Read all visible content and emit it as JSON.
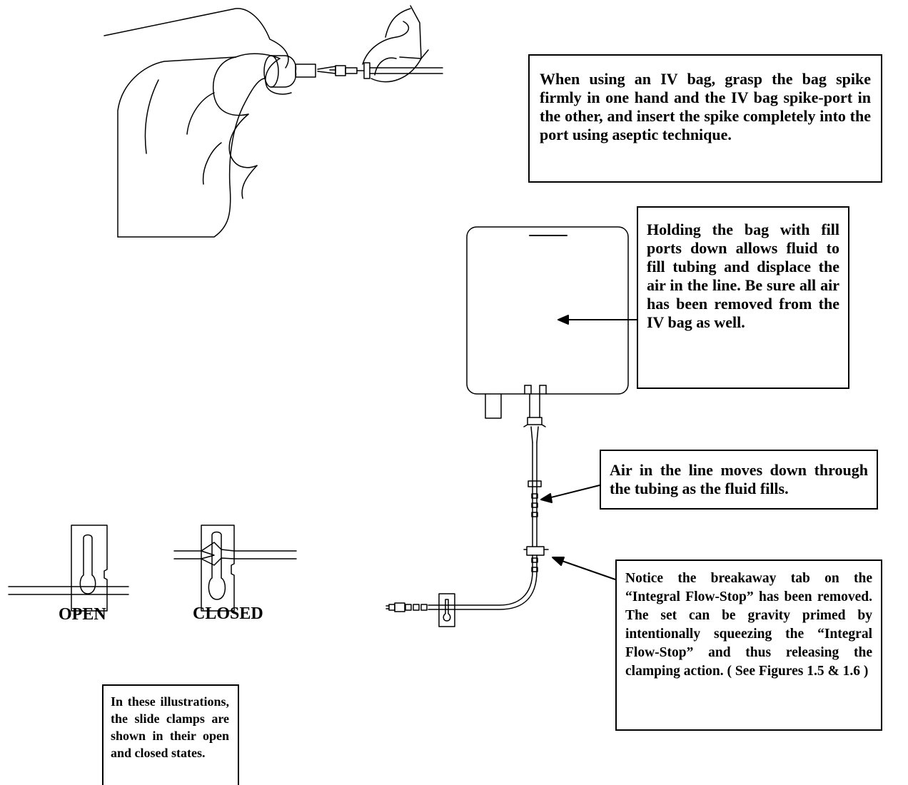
{
  "callouts": {
    "spike": "When using an IV bag, grasp the bag spike firmly in one hand and the IV bag spike-port in the other, and insert the spike completely into the port using aseptic technique.",
    "hold": "Holding the bag with fill ports down allows fluid to fill tubing and displace the air in the line.  Be sure all air has been removed from the IV bag as well.",
    "air": "Air in the line moves down through the tubing as the fluid fills.",
    "notice": "Notice the breakaway tab on the “Integral Flow-Stop” has been removed.  The set can be gravity primed by intentionally squeezing the “Integral Flow-Stop” and thus releasing the clamping action.  ( See Figures 1.5 & 1.6 )",
    "clamps": "In these illustrations, the slide clamps are shown in their open and closed states."
  },
  "labels": {
    "open": "OPEN",
    "closed": "CLOSED"
  },
  "icons": [
    "hands-spike-icon",
    "iv-bag-icon",
    "tubing-icon",
    "slide-clamp-open-icon",
    "slide-clamp-closed-icon"
  ]
}
